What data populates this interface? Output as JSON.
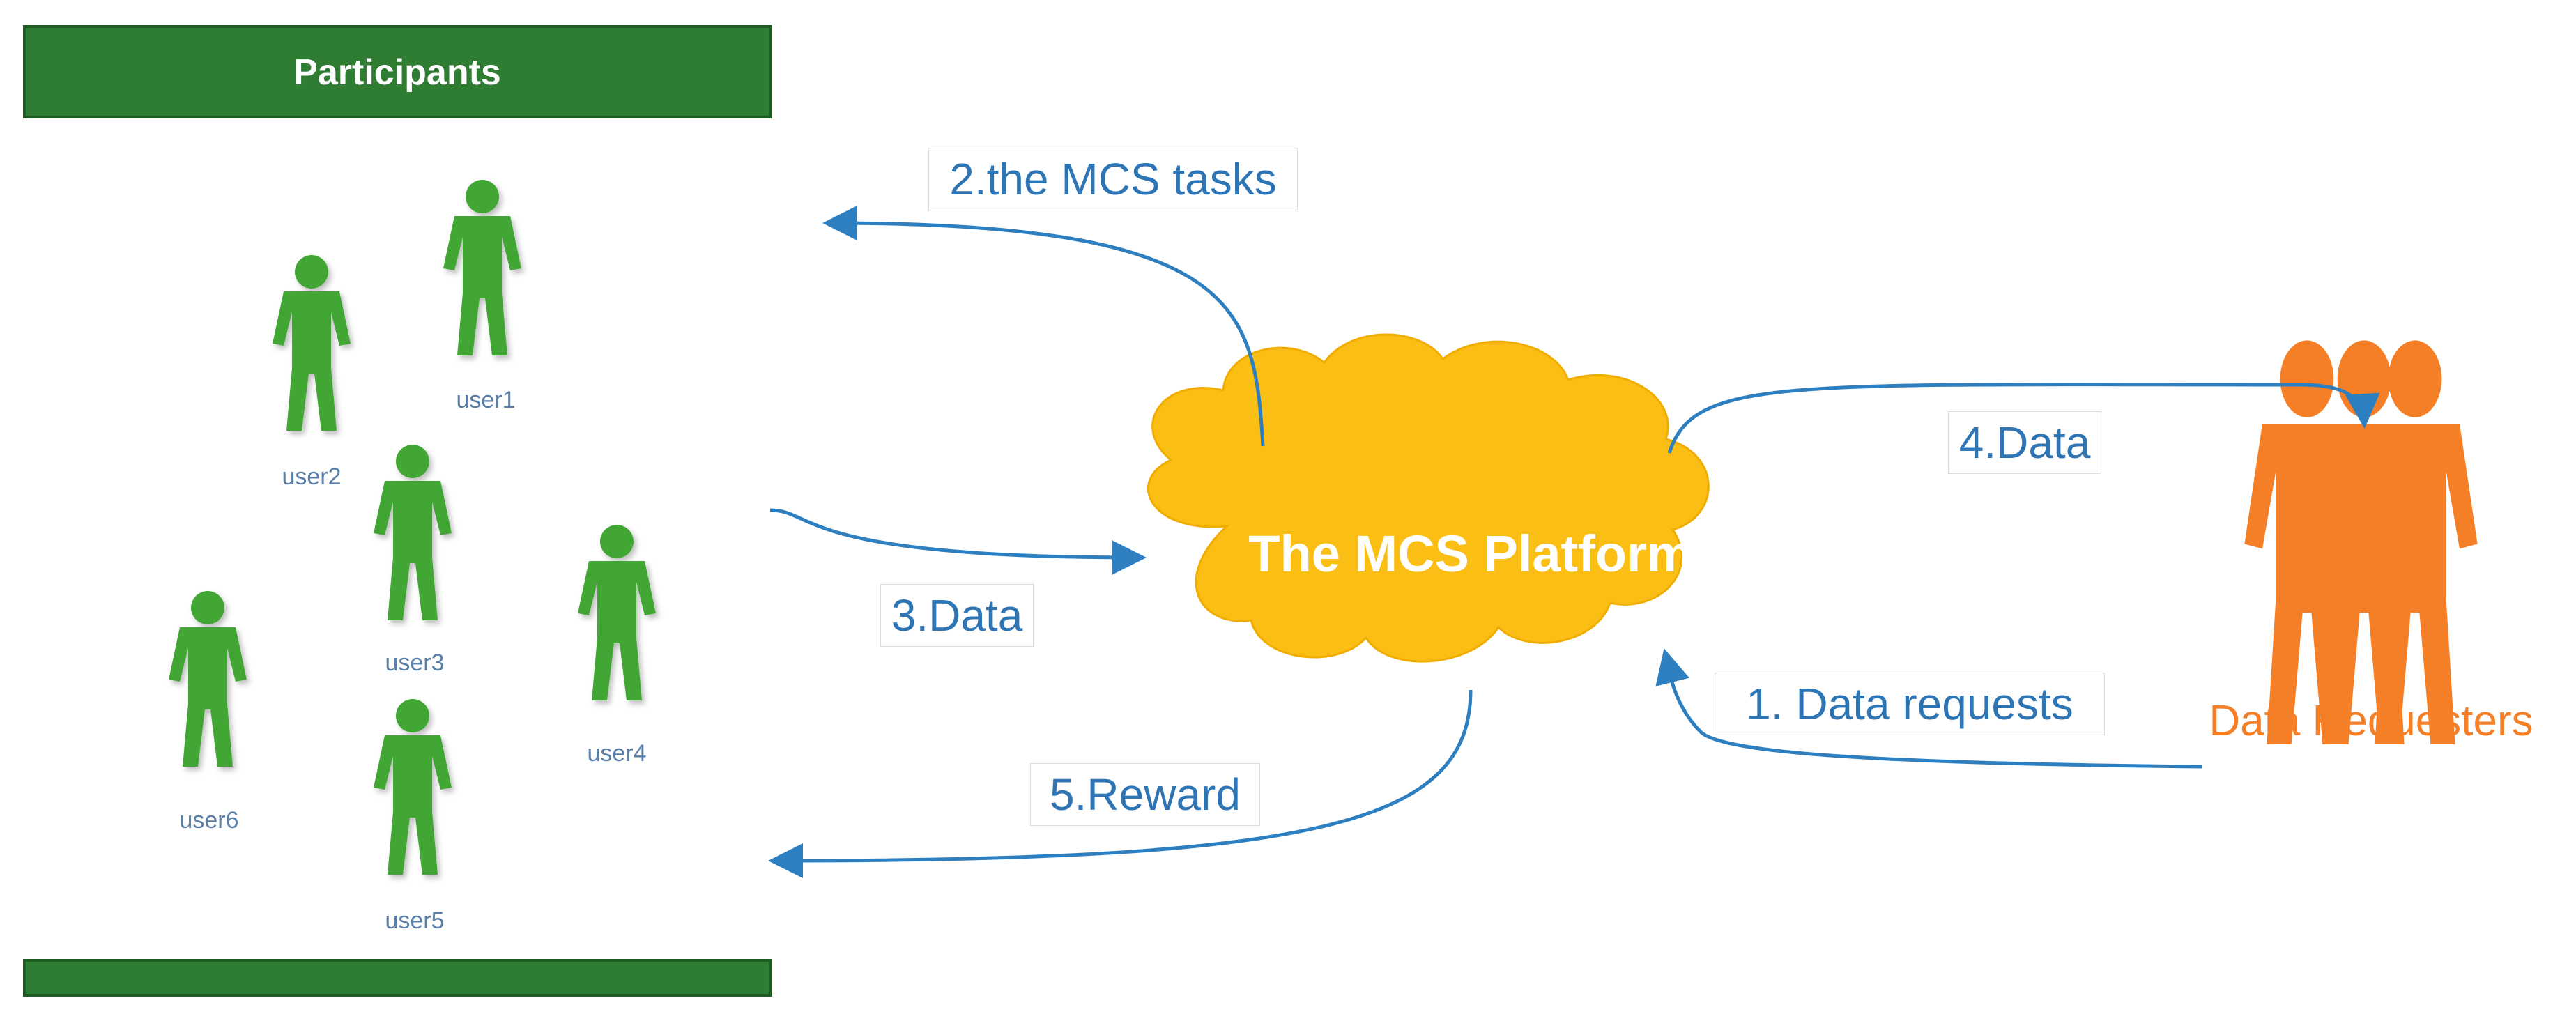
{
  "participants": {
    "title": "Participants",
    "users": [
      "user1",
      "user2",
      "user3",
      "user4",
      "user5",
      "user6"
    ]
  },
  "platform": {
    "label": "The MCS Platform"
  },
  "requesters": {
    "label": "Data Requesters"
  },
  "flows": {
    "step1": "1. Data requests",
    "step2": "2.the MCS tasks",
    "step3": "3.Data",
    "step4": "4.Data",
    "step5": "5.Reward"
  },
  "colors": {
    "header_green": "#2e7d32",
    "header_border": "#1f5d23",
    "user_green": "#43a635",
    "user_label": "#5a7fa8",
    "cloud_fill": "#fbbe14",
    "cloud_text": "#ffffff",
    "requester_orange": "#f47f26",
    "arrow_blue": "#2e7fc0",
    "label_blue": "#2e75b6"
  }
}
